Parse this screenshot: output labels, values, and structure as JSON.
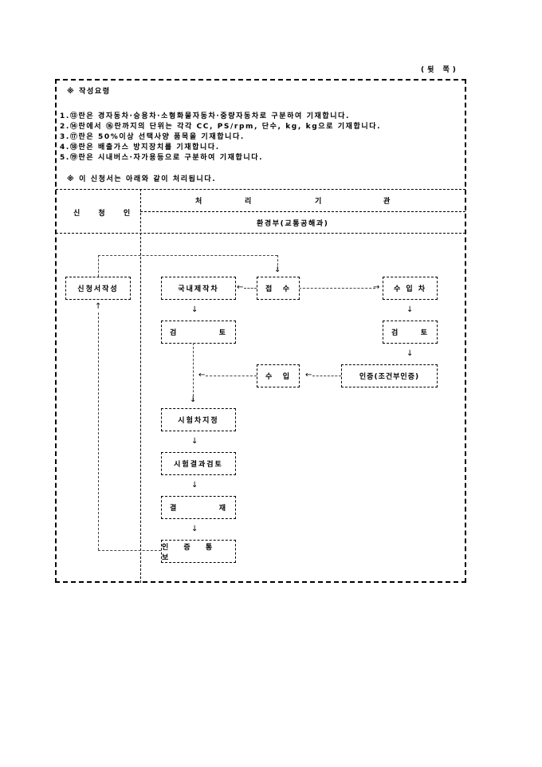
{
  "header": {
    "page_side": "(뒷 쪽)"
  },
  "instructions": {
    "title": "※ 작성요령",
    "items": [
      "1.⑬란은 경자동차·승용차·소형화물자동차·중량자동차로 구분하여 기재합니다.",
      "2.⑭란에서 ⑯란까지의 단위는 각각 CC, PS/rpm, 단수, kg, kg으로 기재합니다.",
      "3.⑰란은 50%이상 선택사양 품목을 기재합니다.",
      "4.⑱란은 배출가스 방지장치를 기재합니다.",
      "5.⑲란은 시내버스·자가용등으로 구분하여 기재합니다."
    ],
    "process_note": "※ 이 신청서는 아래와 같이 처리됩니다."
  },
  "table": {
    "applicant_label": "신 청 인",
    "processing_agency_chars": [
      "처",
      "리",
      "기",
      "관"
    ],
    "agency_name": "환경부(교통공해과)"
  },
  "flow": {
    "write_application": "신청서작성",
    "domestic_vehicle": "국내제작차",
    "receipt": [
      "접",
      "수"
    ],
    "imported_vehicle": "수 입 차",
    "review_left": [
      "검",
      "토"
    ],
    "review_right": [
      "검",
      "토"
    ],
    "import": [
      "수",
      "입"
    ],
    "certification_conditional": "인증(조건부인증)",
    "test_vehicle_designation": "시험차지정",
    "test_result_review": "시험결과검토",
    "approval": [
      "결",
      "재"
    ],
    "certification_notice": "인 증 통 보"
  },
  "icons": {
    "arrow_down": "↓",
    "arrow_up": "↑",
    "arrow_left": "←",
    "arrow_right": "→"
  }
}
